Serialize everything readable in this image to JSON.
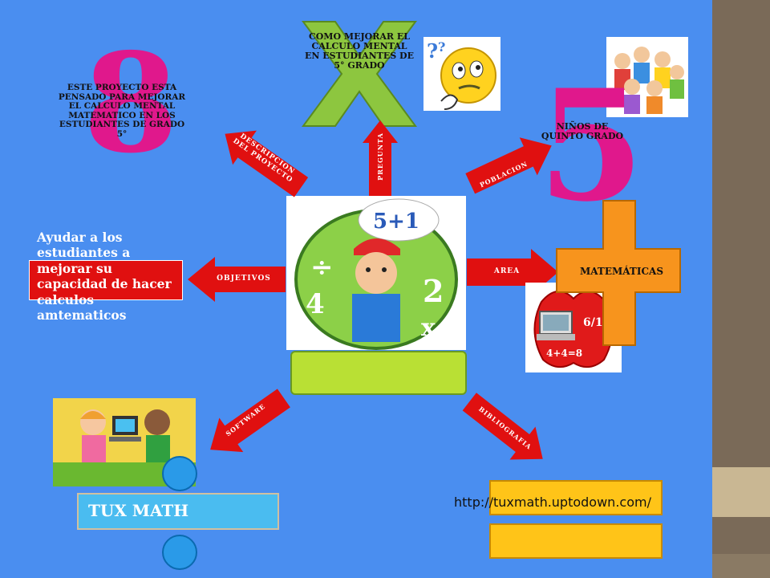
{
  "center": {
    "caption": ""
  },
  "top": {
    "question_text": "COMO MEJORAR EL CALCULO MENTAL EN ESTUDIANTES DE 5°        GRADO",
    "arrow_label": "PREGUNTA"
  },
  "top_left": {
    "number": "8",
    "description_text": "ESTE PROYECTO ESTA PENSADO PARA MEJORAR EL CALCULO MENTAL MATEMATICO EN LOS ESTUDIANTES DE GRADO 5°",
    "arrow_label": "DESCRIPCION DEL PROYECTO"
  },
  "top_right": {
    "number": "5",
    "population_text": "NIÑOS DE QUINTO GRADO",
    "arrow_label": "POBLACION"
  },
  "left": {
    "objective_text": "Ayudar a los estudiantes a mejorar su capacidad de hacer calculos amtematicos",
    "arrow_label": "OBJETIVOS"
  },
  "right": {
    "area_text": "MATEMÁTICAS",
    "arrow_label": "AREA",
    "image_fraction": "6/12",
    "image_sum": "4+4=8"
  },
  "bottom_left": {
    "arrow_label": "SOFTWARE",
    "software_name": "TUX MATH"
  },
  "bottom_right": {
    "arrow_label": "BIBLIOGRAFIA",
    "url": "http://tuxmath.uptodown.com/"
  },
  "colors": {
    "background": "#4a8ef0",
    "arrow_red": "#e01010",
    "box_yellow": "#ffc418",
    "box_green": "#b9e034",
    "cross_green": "#8dc63f",
    "plus_orange": "#f7941d",
    "number_magenta": "#e0188c"
  }
}
